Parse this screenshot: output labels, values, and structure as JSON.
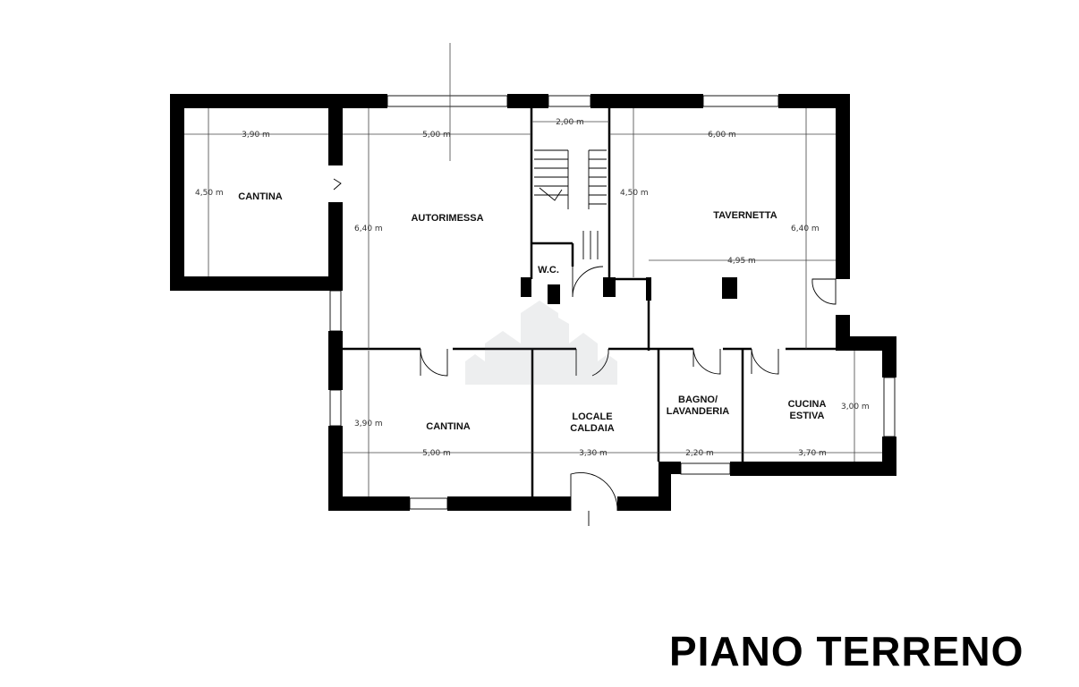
{
  "plan": {
    "title": "PIANO TERRENO",
    "colors": {
      "wall": "#000000",
      "dimension": "#444444",
      "background": "#ffffff"
    },
    "rooms": [
      {
        "id": "cantina-1",
        "lines": [
          "CANTINA"
        ]
      },
      {
        "id": "autorimessa",
        "lines": [
          "AUTORIMESSA"
        ]
      },
      {
        "id": "wc",
        "lines": [
          "W.C."
        ]
      },
      {
        "id": "tavernetta",
        "lines": [
          "TAVERNETTA"
        ]
      },
      {
        "id": "cantina-2",
        "lines": [
          "CANTINA"
        ]
      },
      {
        "id": "locale-caldaia",
        "lines": [
          "LOCALE",
          "CALDAIA"
        ]
      },
      {
        "id": "bagno-lavanderia",
        "lines": [
          "BAGNO/",
          "LAVANDERIA"
        ]
      },
      {
        "id": "cucina-estiva",
        "lines": [
          "CUCINA",
          "ESTIVA"
        ]
      }
    ],
    "dimensions": [
      {
        "id": "cantina1-w",
        "label": "3,90 m"
      },
      {
        "id": "cantina1-h",
        "label": "4,50 m"
      },
      {
        "id": "autorimessa-w",
        "label": "5,00 m"
      },
      {
        "id": "autorimessa-h",
        "label": "6,40 m"
      },
      {
        "id": "stair-w",
        "label": "2,00 m"
      },
      {
        "id": "tavernetta-w",
        "label": "6,00 m"
      },
      {
        "id": "tavernetta-h-left",
        "label": "4,50 m"
      },
      {
        "id": "tavernetta-h-right",
        "label": "6,40 m"
      },
      {
        "id": "tavernetta-w2",
        "label": "4,95 m"
      },
      {
        "id": "cantina2-h",
        "label": "3,90 m"
      },
      {
        "id": "cantina2-w",
        "label": "5,00 m"
      },
      {
        "id": "caldaia-w",
        "label": "3,30 m"
      },
      {
        "id": "bagno-w",
        "label": "2,20 m"
      },
      {
        "id": "cucina-w",
        "label": "3,70 m"
      },
      {
        "id": "cucina-h",
        "label": "3,00 m"
      }
    ]
  }
}
